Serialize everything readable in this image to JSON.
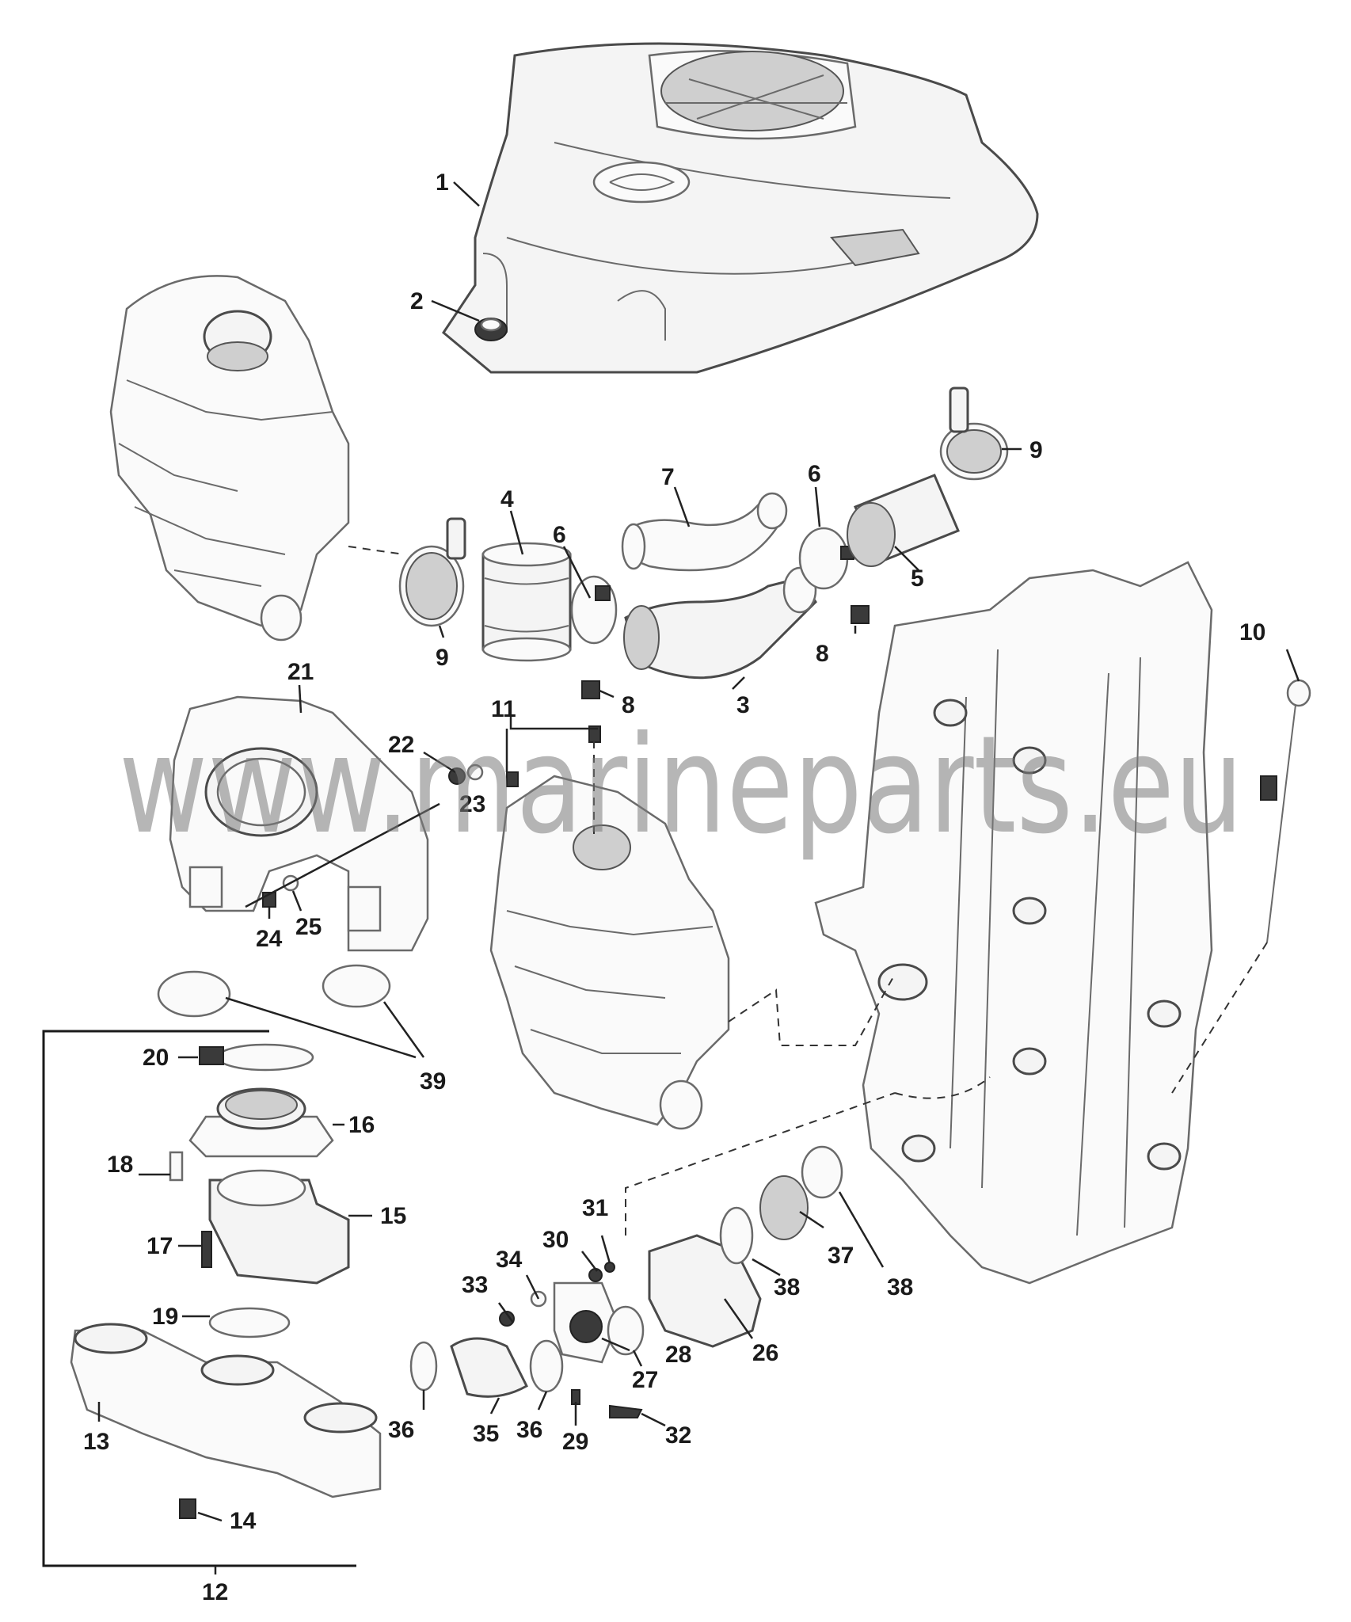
{
  "diagram": {
    "watermark": "www.marineparts.eu",
    "callouts": {
      "c1": "1",
      "c2": "2",
      "c3": "3",
      "c4": "4",
      "c5": "5",
      "c6a": "6",
      "c6b": "6",
      "c7": "7",
      "c8a": "8",
      "c8b": "8",
      "c9a": "9",
      "c9b": "9",
      "c10": "10",
      "c11": "11",
      "c12": "12",
      "c13": "13",
      "c14": "14",
      "c15": "15",
      "c16": "16",
      "c17": "17",
      "c18": "18",
      "c19": "19",
      "c20": "20",
      "c21": "21",
      "c22": "22",
      "c23": "23",
      "c24": "24",
      "c25": "25",
      "c26": "26",
      "c27": "27",
      "c28": "28",
      "c29": "29",
      "c30": "30",
      "c31": "31",
      "c32": "32",
      "c33": "33",
      "c34": "34",
      "c35": "35",
      "c36a": "36",
      "c36b": "36",
      "c37": "37",
      "c38a": "38",
      "c38b": "38",
      "c39": "39"
    }
  }
}
